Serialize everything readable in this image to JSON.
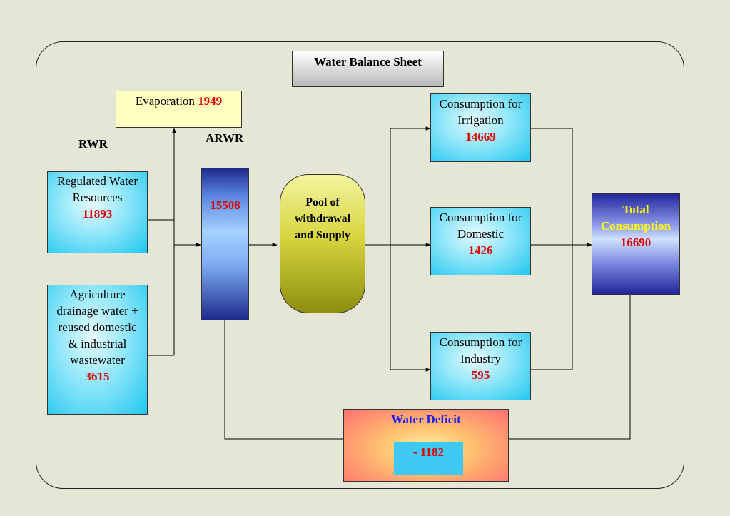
{
  "title": "Water Balance Sheet",
  "labels": {
    "rwr": "RWR",
    "arwr": "ARWR"
  },
  "evaporation": {
    "label": "Evaporation",
    "value": "1949"
  },
  "regulated": {
    "label_lines": [
      "Regulated Water",
      "Resources"
    ],
    "value": "11893"
  },
  "agriculture": {
    "label_lines": [
      "Agriculture",
      "drainage water +",
      "reused domestic",
      "& industrial",
      "wastewater"
    ],
    "value": "3615"
  },
  "arwr_value": "15508",
  "pool": {
    "label_lines": [
      "Pool of",
      "withdrawal",
      "and Supply"
    ]
  },
  "irrigation": {
    "label_lines": [
      "Consumption for",
      "Irrigation"
    ],
    "value": "14669"
  },
  "domestic": {
    "label_lines": [
      "Consumption for",
      "Domestic"
    ],
    "value": "1426"
  },
  "industry": {
    "label_lines": [
      "Consumption for",
      "Industry"
    ],
    "value": "595"
  },
  "total": {
    "label_lines": [
      "Total",
      "Consumption"
    ],
    "value": "16690"
  },
  "deficit": {
    "label": "Water Deficit",
    "value": "- 1182"
  },
  "colors": {
    "value_red": "#e00000",
    "total_label_yellow": "#ffff00",
    "deficit_label_blue": "#1a1aff"
  }
}
